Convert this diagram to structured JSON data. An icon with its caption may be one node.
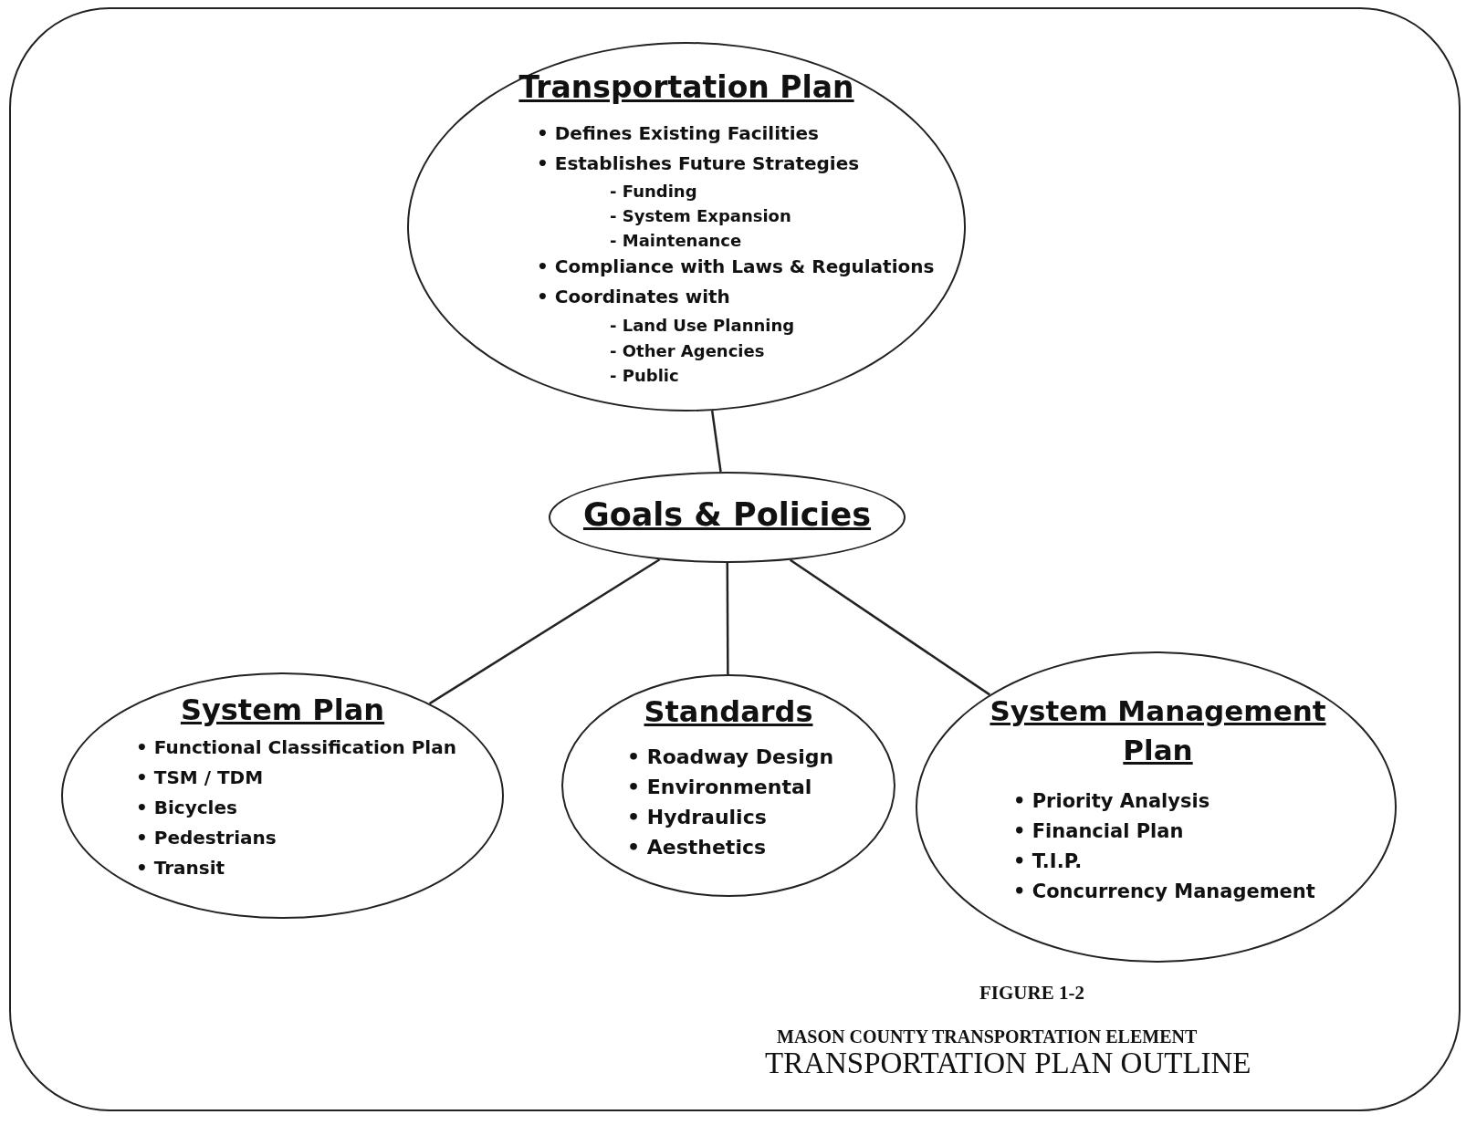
{
  "diagram": {
    "nodes": [
      {
        "text": [
          "Transportation Plan",
          "• Defines Existing Facilities",
          "• Establishes Future Strategies",
          "- Funding",
          "- System Expansion",
          "- Maintenance",
          "• Compliance with Laws & Regulations",
          "• Coordinates with",
          "- Land Use Planning",
          "- Other Agencies",
          "- Public"
        ]
      },
      {
        "text": [
          "Goals & Policies"
        ]
      },
      {
        "text": [
          "System Plan",
          "• Functional Classification Plan",
          "• TSM / TDM",
          "• Bicycles",
          "• Pedestrians",
          "• Transit"
        ]
      },
      {
        "text": [
          "Standards",
          "• Roadway Design",
          "• Environmental",
          "• Hydraulics",
          "• Aesthetics"
        ]
      },
      {
        "text": [
          "System Management Plan",
          "• Priority Analysis",
          "• Financial Plan",
          "• T.I.P.",
          "• Concurrency Management"
        ]
      }
    ],
    "edges": [
      {
        "from": 0,
        "to": 1,
        "arrow": "none"
      },
      {
        "from": 1,
        "to": 2,
        "arrow": "none"
      },
      {
        "from": 1,
        "to": 3,
        "arrow": "none"
      },
      {
        "from": 1,
        "to": 4,
        "arrow": "none"
      }
    ],
    "labels": [
      "FIGURE 1-2",
      "MASON COUNTY TRANSPORTATION ELEMENT",
      "TRANSPORTATION PLAN OUTLINE"
    ]
  }
}
